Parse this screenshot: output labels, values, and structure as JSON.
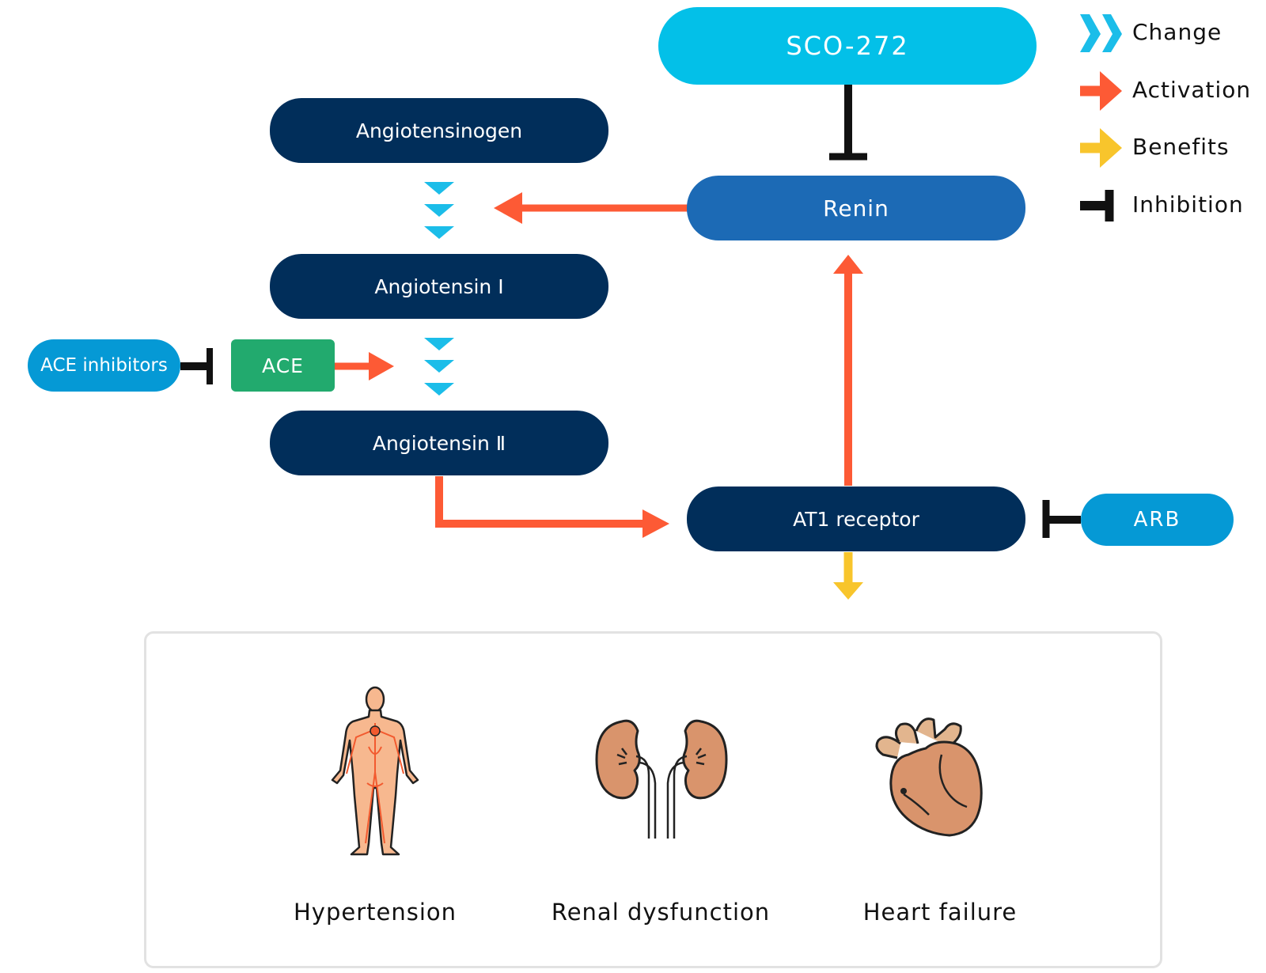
{
  "nodes": {
    "sco": "SCO-272",
    "angiotensinogen": "Angiotensinogen",
    "renin": "Renin",
    "angiotensin1": "Angiotensin Ⅰ",
    "angiotensin2": "Angiotensin Ⅱ",
    "ace": "ACE",
    "ace_inhibitors": "ACE inhibitors",
    "at1_receptor": "AT1 receptor",
    "arb": "ARB"
  },
  "legend": {
    "change": "Change",
    "activation": "Activation",
    "benefits": "Benefits",
    "inhibition": "Inhibition"
  },
  "outcomes": {
    "hypertension": "Hypertension",
    "renal": "Renal dysfunction",
    "heart": "Heart failure"
  },
  "colors": {
    "navy": "#012e5a",
    "renin_blue": "#1c6ab5",
    "sco_cyan": "#03c0e8",
    "pill_blue": "#0599d5",
    "ace_green": "#22aa6e",
    "activation": "#fd5a35",
    "benefits": "#f8c52c",
    "change": "#1bbde9",
    "inhibition": "#111111"
  }
}
